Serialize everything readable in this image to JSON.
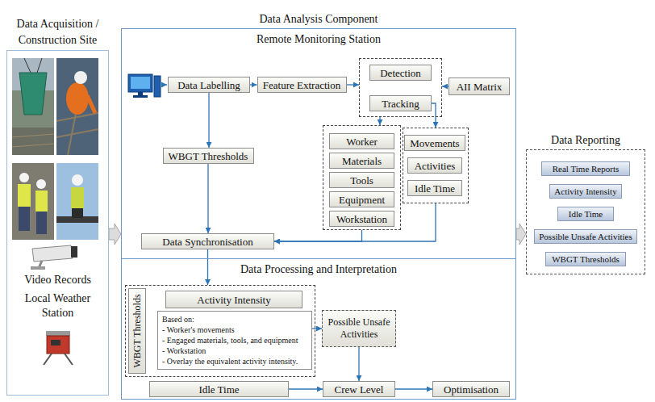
{
  "diagram": {
    "nodes": [
      {
        "text": [
          "Data Acquisition / Construction Site",
          "Video Records",
          "Local Weather Station"
        ]
      },
      {
        "text": [
          "Data Analysis Component"
        ]
      },
      {
        "text": [
          "Remote Monitoring Station"
        ],
        "in": 1
      },
      {
        "text": [
          "Data Labelling"
        ],
        "in": 2
      },
      {
        "text": [
          "Feature Extraction"
        ],
        "in": 2
      },
      {
        "text": [],
        "in": 2
      },
      {
        "text": [
          "Detection"
        ],
        "in": 5
      },
      {
        "text": [
          "Tracking"
        ],
        "in": 5
      },
      {
        "text": [
          "AII Matrix"
        ],
        "in": 2
      },
      {
        "text": [
          "WBGT Thresholds"
        ],
        "in": 2
      },
      {
        "text": [],
        "in": 2
      },
      {
        "text": [
          "Worker"
        ],
        "in": 10
      },
      {
        "text": [
          "Materials"
        ],
        "in": 10
      },
      {
        "text": [
          "Tools"
        ],
        "in": 10
      },
      {
        "text": [
          "Equipment"
        ],
        "in": 10
      },
      {
        "text": [
          "Workstation"
        ],
        "in": 10
      },
      {
        "text": [],
        "in": 2
      },
      {
        "text": [
          "Movements"
        ],
        "in": 16
      },
      {
        "text": [
          "Activities"
        ],
        "in": 16
      },
      {
        "text": [
          "Idle Time"
        ],
        "in": 16
      },
      {
        "text": [
          "Data Synchronisation"
        ],
        "in": 2
      },
      {
        "text": [
          "Data Processing and Interpretation"
        ],
        "in": 1
      },
      {
        "text": [],
        "in": 21
      },
      {
        "text": [
          "WBGT Thresholds"
        ],
        "in": 22
      },
      {
        "text": [
          "Activity Intensity"
        ],
        "in": 22
      },
      {
        "text": [
          "Based on:",
          "- Worker's movements",
          "- Engaged materials, tools, and equipment",
          "- Workstation",
          "- Overlay the equivalent activity intensity."
        ],
        "in": 22
      },
      {
        "text": [
          "Possible Unsafe Activities"
        ],
        "in": 21
      },
      {
        "text": [
          "Idle Time"
        ],
        "in": 21
      },
      {
        "text": [
          "Crew Level"
        ],
        "in": 21
      },
      {
        "text": [
          "Optimisation"
        ],
        "in": 21
      },
      {
        "text": [
          "Data Reporting"
        ]
      },
      {
        "text": [
          "Real Time Reports"
        ],
        "in": 30
      },
      {
        "text": [
          "Activity Intensity"
        ],
        "in": 30
      },
      {
        "text": [
          "Idle Time"
        ],
        "in": 30
      },
      {
        "text": [
          "Possible Unsafe Activities"
        ],
        "in": 30
      },
      {
        "text": [
          "WBGT Thresholds"
        ],
        "in": 30
      }
    ],
    "edges": [
      {
        "from": 0,
        "to": 1,
        "arrow": "to"
      },
      {
        "from": 1,
        "to": 30,
        "arrow": "to"
      },
      {
        "from": 3,
        "to": 4,
        "arrow": "to"
      },
      {
        "from": 4,
        "to": 5,
        "arrow": "to"
      },
      {
        "from": 8,
        "to": 5,
        "arrow": "to"
      },
      {
        "from": 3,
        "to": 9,
        "arrow": "to"
      },
      {
        "from": 5,
        "to": 10,
        "arrow": "to"
      },
      {
        "from": 7,
        "to": 16,
        "arrow": "to"
      },
      {
        "from": 9,
        "to": 20,
        "arrow": "to"
      },
      {
        "from": 10,
        "to": 20,
        "arrow": "to"
      },
      {
        "from": 16,
        "to": 20,
        "arrow": "to"
      },
      {
        "from": 20,
        "to": 22,
        "arrow": "to"
      },
      {
        "from": 25,
        "to": 26,
        "arrow": "to"
      },
      {
        "from": 26,
        "to": 28,
        "arrow": "to"
      },
      {
        "from": 27,
        "to": 28,
        "arrow": "to"
      },
      {
        "from": 28,
        "to": 29,
        "arrow": "to"
      }
    ]
  }
}
